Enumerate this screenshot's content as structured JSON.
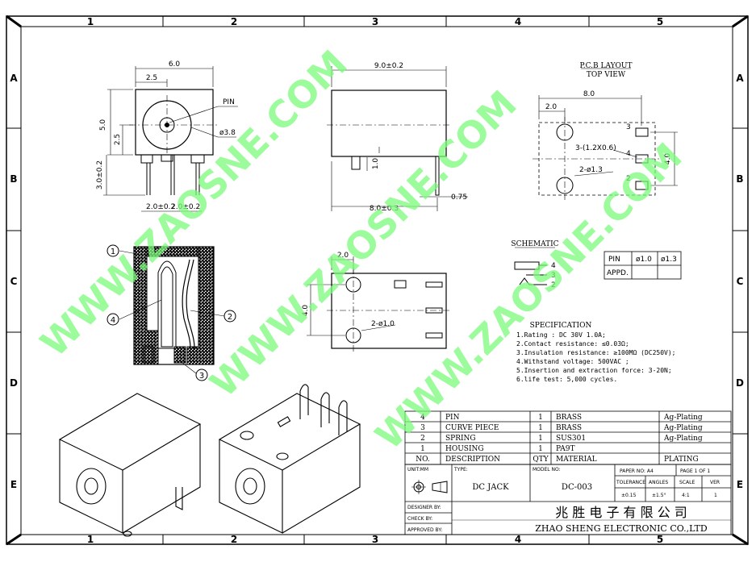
{
  "border": {
    "columns": [
      "1",
      "2",
      "3",
      "4",
      "5"
    ],
    "rows": [
      "A",
      "B",
      "C",
      "D",
      "E"
    ]
  },
  "front_view": {
    "width": "6.0",
    "offset": "2.5",
    "height": "5.0",
    "center": "2.5",
    "pin_label": "PIN",
    "hole": "ø3.8",
    "pin_len": "3.0±0.2",
    "pin_pitch_a": "2.0±0.2",
    "pin_pitch_b": "2.0±0.2"
  },
  "side_view": {
    "length": "9.0±0.2",
    "small": "1.0",
    "pin_pos": "8.0±0.3",
    "pin_w": "0.75"
  },
  "pcb_layout": {
    "title": "P.C.B LAYOUT",
    "subtitle": "TOP VIEW",
    "width": "8.0",
    "offset": "2.0",
    "height": "4.0",
    "slot": "3-(1.2X0.6)",
    "holes": "2-ø1.3",
    "pin3": "3",
    "pin4": "4",
    "pin2": "2"
  },
  "top_view": {
    "offset": "2.0",
    "height": "4.0",
    "holes": "2-ø1.0"
  },
  "section_view": {
    "callouts": [
      "1",
      "2",
      "3",
      "4"
    ]
  },
  "schematic": {
    "title": "SCHEMATIC",
    "p4": "4",
    "p3": "3",
    "p2": "2"
  },
  "pin_table": {
    "r1": [
      "PIN",
      "ø1.0",
      "ø1.3"
    ],
    "r2": [
      "APPD.",
      "",
      ""
    ]
  },
  "specification": {
    "title": "SPECIFICATION",
    "lines": [
      "1.Rating : DC 30V 1.0A;",
      "2.Contact resistance: ≤0.03Ω;",
      "3.Insulation resistance: ≥100MΩ (DC250V);",
      "4.Withstand voltage: 500VAC ;",
      "5.Insertion and extraction force: 3-20N;",
      "6.life test: 5,000 cycles."
    ]
  },
  "bom": {
    "rows": [
      {
        "no": "4",
        "desc": "PIN",
        "qty": "1",
        "material": "BRASS",
        "plating": "Ag-Plating"
      },
      {
        "no": "3",
        "desc": "CURVE PIECE",
        "qty": "1",
        "material": "BRASS",
        "plating": "Ag-Plating"
      },
      {
        "no": "2",
        "desc": "SPRING",
        "qty": "1",
        "material": "SUS301",
        "plating": "Ag-Plating"
      },
      {
        "no": "1",
        "desc": "HOUSING",
        "qty": "1",
        "material": "PA9T",
        "plating": ""
      }
    ],
    "header": {
      "no": "NO.",
      "desc": "DESCRIPTION",
      "qty": "QTY",
      "material": "MATERIAL",
      "plating": "PLATING"
    }
  },
  "title_block": {
    "unit": "UNIT:MM",
    "type_label": "TYPE:",
    "type_value": "DC  JACK",
    "model_label": "MODEL NO:",
    "model_value": "DC-003",
    "paper": "PAPER NO: A4",
    "page": "PAGE 1 OF 1",
    "tol_label": "TOLERANCE",
    "ang_label": "ANGLES",
    "scale_label": "SCALE",
    "ver_label": "VER",
    "tol_value": "±0.15",
    "ang_value": "±1.5°",
    "scale_value": "4:1",
    "ver_value": "1",
    "designer": "DESIGNER BY:",
    "check": "CHECK   BY:",
    "approved": "APPROVED BY:",
    "company_cn": "兆 胜 电 子 有 限 公 司",
    "company_en": "ZHAO SHENG ELECTRONIC CO.,LTD"
  },
  "watermark": "WWW.ZAOSNE.COM"
}
